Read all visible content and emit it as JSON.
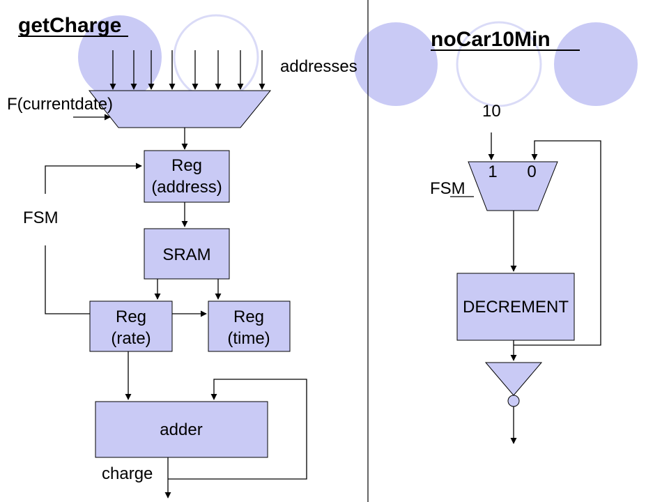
{
  "colors": {
    "block_fill": "#c9caf5",
    "circle_fill": "#c9caf5",
    "circle_stroke": "#dadbf7",
    "line": "#000000",
    "background": "#ffffff"
  },
  "left": {
    "title": "getCharge",
    "addresses_label": "addresses",
    "mux_select_label": "F(currentdate)",
    "reg_address": [
      "Reg",
      "(address)"
    ],
    "sram_label": "SRAM",
    "fsm_label": "FSM",
    "reg_rate": [
      "Reg",
      "(rate)"
    ],
    "reg_time": [
      "Reg",
      "(time)"
    ],
    "adder_label": "adder",
    "output_label": "charge"
  },
  "right": {
    "title": "noCar10Min",
    "constant_label": "10",
    "mux_input_1": "1",
    "mux_input_0": "0",
    "fsm_label": "FSM",
    "decrement_label": "DECREMENT"
  }
}
